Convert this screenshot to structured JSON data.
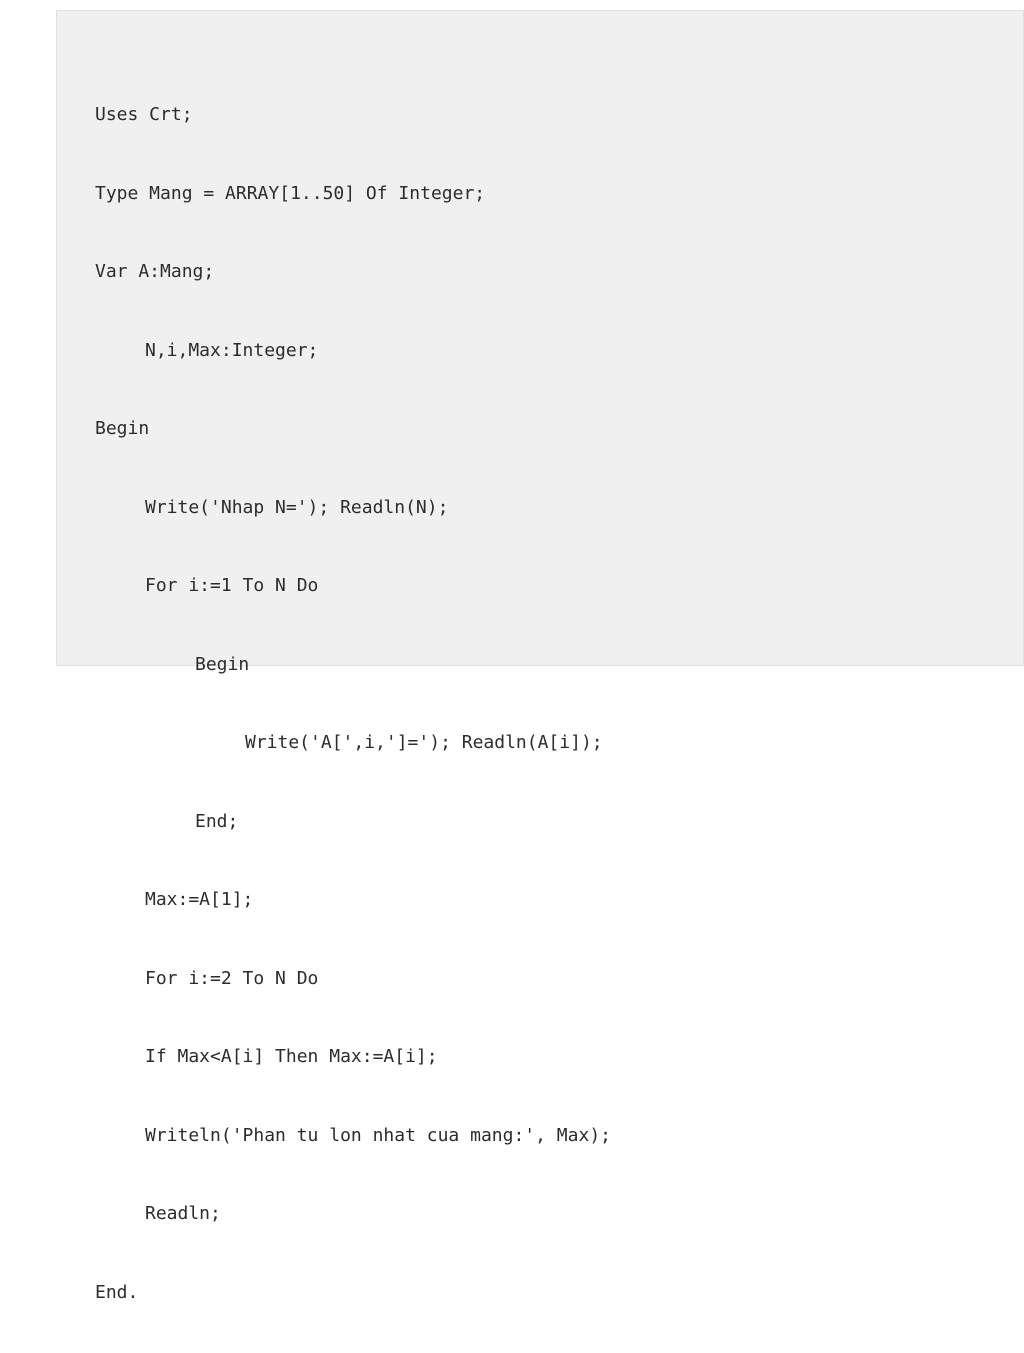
{
  "code": {
    "lines": [
      "Uses Crt;",
      "Type Mang = ARRAY[1..50] Of Integer;",
      "Var A:Mang;",
      "N,i,Max:Integer;",
      "Begin",
      "Write('Nhap N='); Readln(N);",
      "For i:=1 To N Do",
      "Begin",
      "Write('A[',i,']='); Readln(A[i]);",
      "End;",
      "Max:=A[1];",
      "For i:=2 To N Do",
      "If Max<A[i] Then Max:=A[i];",
      "Writeln('Phan tu lon nhat cua mang:', Max);",
      "Readln;",
      "End."
    ]
  }
}
